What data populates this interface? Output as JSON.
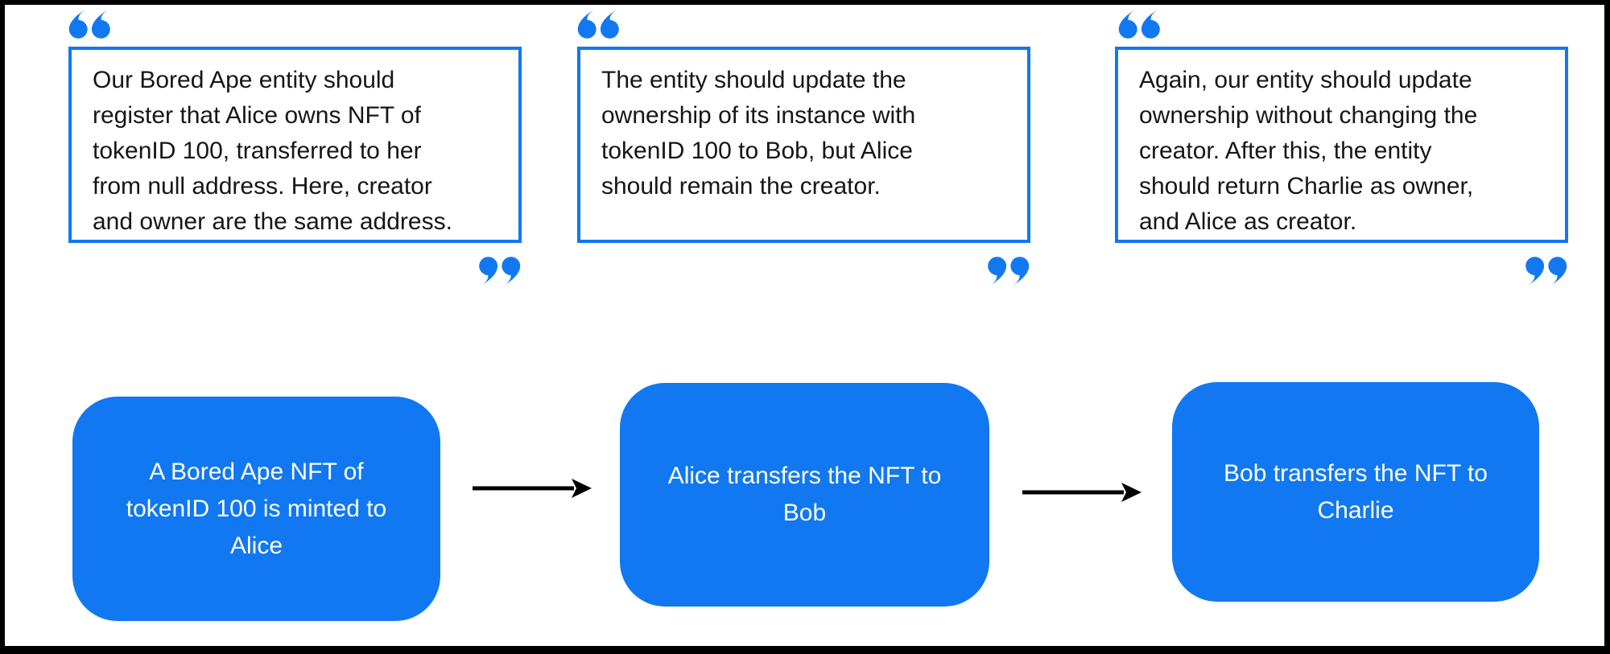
{
  "colors": {
    "accent_blue": "#1178f2",
    "ink": "#000000",
    "frame": "#000000",
    "background": "#ffffff",
    "text_dark": "#161616",
    "text_light": "#ffffff"
  },
  "icons": {
    "open_quote": "“",
    "close_quote": "”",
    "arrow_right": "→"
  },
  "quotes": [
    {
      "text": "Our Bored Ape entity should register that Alice owns NFT of tokenID 100, transferred to her from null address. Here, creator and owner are the same address.",
      "lines": [
        "Our Bored Ape entity should",
        "register that Alice owns NFT of",
        "tokenID 100, transferred to her",
        "from null address. Here, creator",
        "and owner are the same address."
      ]
    },
    {
      "text": "The entity should update the ownership of its instance with tokenID 100 to Bob, but Alice should remain the creator.",
      "lines": [
        "The entity should update the",
        "ownership of its instance with",
        "tokenID 100 to Bob, but Alice",
        "should remain the creator."
      ]
    },
    {
      "text": "Again, our entity should update ownership without changing the creator. After this, the entity should return Charlie as owner, and Alice as creator.",
      "lines": [
        "Again, our entity should update",
        "ownership without changing the",
        "creator. After this, the entity",
        "should return Charlie as owner,",
        "and Alice as creator."
      ]
    }
  ],
  "flow_steps": [
    {
      "text": "A Bored Ape NFT of tokenID 100 is minted to Alice",
      "lines": [
        "A Bored Ape NFT of",
        "tokenID 100 is minted to",
        "Alice"
      ]
    },
    {
      "text": "Alice transfers the NFT to Bob",
      "lines": [
        "Alice transfers the NFT to",
        "Bob"
      ]
    },
    {
      "text": "Bob transfers the NFT to Charlie",
      "lines": [
        "Bob transfers the NFT to",
        "Charlie"
      ]
    }
  ]
}
